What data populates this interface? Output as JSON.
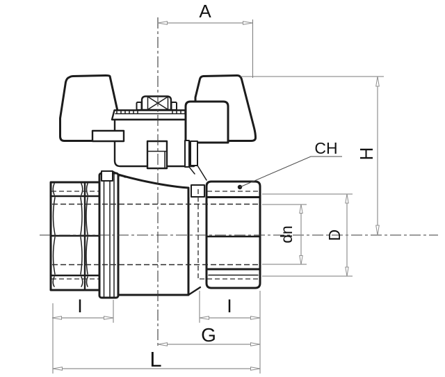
{
  "figure": {
    "labels": {
      "width_a": "A",
      "wrench_flats": "CH",
      "height_h": "H",
      "nominal_bore": "dn",
      "outer_diameter": "D",
      "thread_length_left": "I",
      "thread_length_right": "I",
      "center_to_end": "G",
      "overall_length": "L"
    },
    "colors": {
      "object_line": "#1c1c1c",
      "dashed_line": "#2a2a2a",
      "centerline": "#3a3a3a",
      "dimension_line": "#8f8f8f",
      "extension_line": "#787878",
      "leader_line": "#4a4a4a",
      "label_text": "#121212",
      "background": "#ffffff"
    }
  }
}
